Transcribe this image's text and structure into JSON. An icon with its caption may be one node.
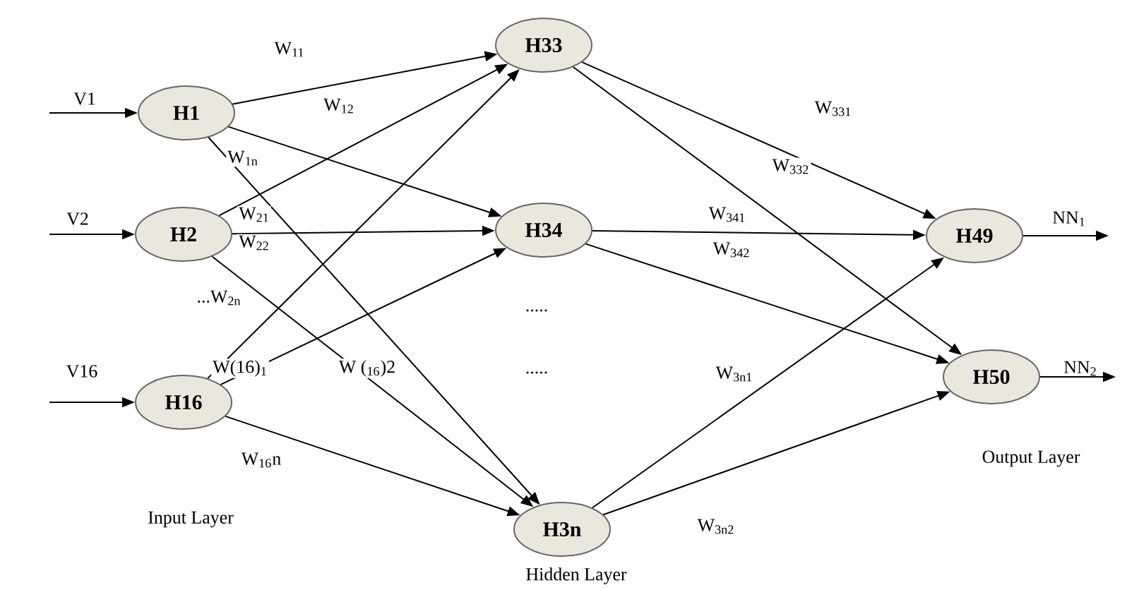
{
  "diagram": {
    "nodes": [
      {
        "text": [
          "H1"
        ]
      },
      {
        "text": [
          "H2"
        ]
      },
      {
        "text": [
          "H16"
        ]
      },
      {
        "text": [
          "H33"
        ]
      },
      {
        "text": [
          "H34"
        ]
      },
      {
        "text": [
          "H3n"
        ]
      },
      {
        "text": [
          "H49"
        ]
      },
      {
        "text": [
          "H50"
        ]
      }
    ],
    "edges": [
      {
        "from": null,
        "to": 0,
        "arrow": "to",
        "label": "V1"
      },
      {
        "from": null,
        "to": 1,
        "arrow": "to",
        "label": "V2"
      },
      {
        "from": null,
        "to": 2,
        "arrow": "to",
        "label": "V16"
      },
      {
        "from": 0,
        "to": 3,
        "arrow": "to"
      },
      {
        "from": 0,
        "to": 4,
        "arrow": "to"
      },
      {
        "from": 0,
        "to": 5,
        "arrow": "to"
      },
      {
        "from": 1,
        "to": 3,
        "arrow": "to"
      },
      {
        "from": 1,
        "to": 4,
        "arrow": "to"
      },
      {
        "from": 1,
        "to": 5,
        "arrow": "to"
      },
      {
        "from": 2,
        "to": 3,
        "arrow": "to"
      },
      {
        "from": 2,
        "to": 4,
        "arrow": "to"
      },
      {
        "from": 2,
        "to": 5,
        "arrow": "to"
      },
      {
        "from": 3,
        "to": 6,
        "arrow": "to"
      },
      {
        "from": 3,
        "to": 7,
        "arrow": "to"
      },
      {
        "from": 4,
        "to": 6,
        "arrow": "to"
      },
      {
        "from": 4,
        "to": 7,
        "arrow": "to"
      },
      {
        "from": 5,
        "to": 6,
        "arrow": "to"
      },
      {
        "from": 5,
        "to": 7,
        "arrow": "to"
      },
      {
        "from": 6,
        "to": null,
        "arrow": "to",
        "label": "NN$_{1}$"
      },
      {
        "from": 7,
        "to": null,
        "arrow": "to",
        "label": "NN$_{2}$"
      }
    ],
    "labels": [
      "W$_{11}$",
      "W$_{12}$",
      "W$_{1n}$",
      "W$_{21}$",
      "W$_{22}$",
      "...W$_{2n}$",
      "W(16)$_{1}$",
      "W ($_{16}$)2",
      "W$_{16}$n",
      ".....",
      ".....",
      "W$_{331}$",
      "W$_{332}$",
      "W$_{341}$",
      "W$_{342}$",
      "W$_{3n1}$",
      "W$_{3n2}$",
      "Input Layer",
      "Hidden Layer",
      "Output Layer"
    ]
  }
}
